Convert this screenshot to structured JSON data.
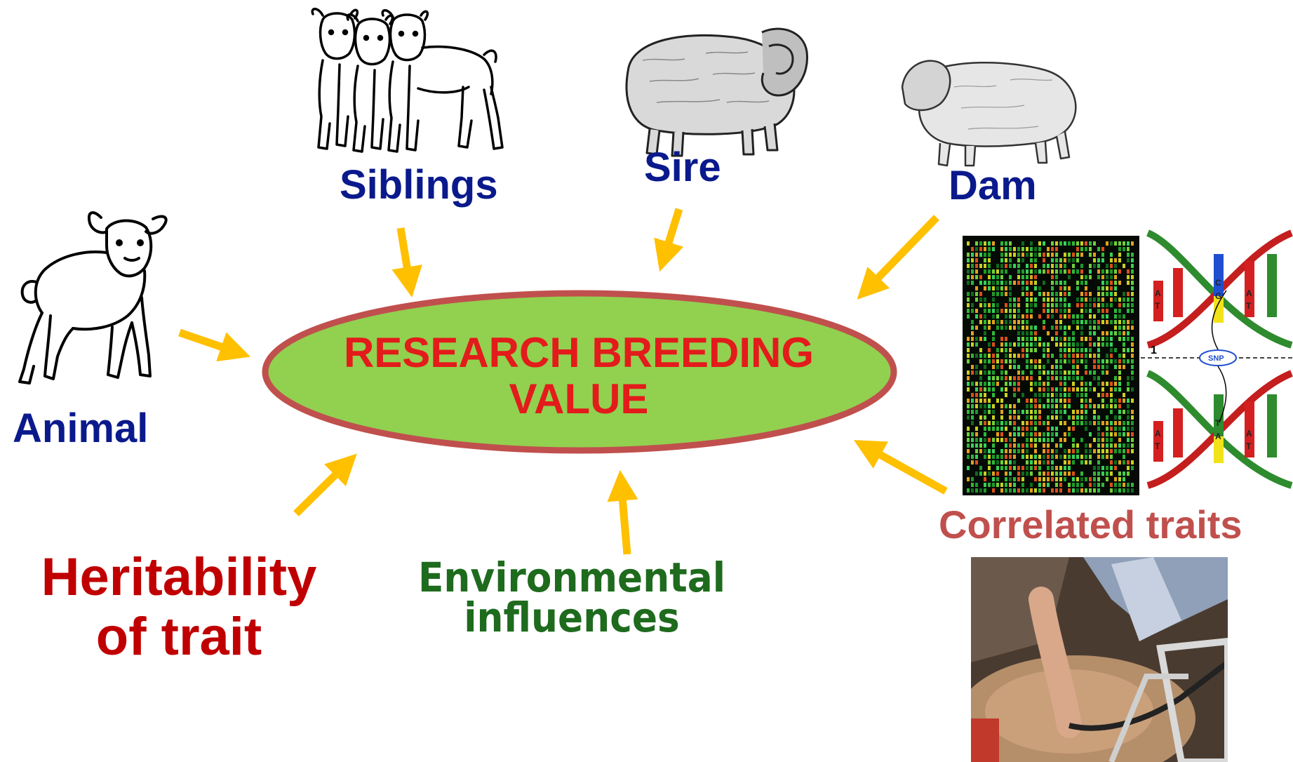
{
  "center": {
    "line1": "RESEARCH BREEDING",
    "line2": "VALUE"
  },
  "labels": {
    "animal": "Animal",
    "siblings": "Siblings",
    "sire": "Sire",
    "dam": "Dam",
    "correlated": "Correlated traits",
    "heritability_line1": "Heritability",
    "heritability_line2": "of trait",
    "environmental_line1": "Environmental",
    "environmental_line2": "influences"
  },
  "dna": {
    "marker": "SNP",
    "index": "1",
    "bases_top": [
      "A",
      "T",
      "C",
      "G",
      "A",
      "T"
    ],
    "bases_bottom": [
      "A",
      "T",
      "T",
      "A",
      "A",
      "T"
    ]
  },
  "colors": {
    "arrow": "#ffc000",
    "ellipse_fill": "#92d050",
    "ellipse_stroke": "#c0504d",
    "center_text": "#e31b1b",
    "node_label": "#0a1a8c",
    "heritability": "#c00000",
    "environmental": "#1e6b1e",
    "correlated": "#c0504d"
  },
  "icons": [
    "lamb-icon",
    "siblings-lambs-icon",
    "ram-icon",
    "ewe-icon",
    "microarray-image",
    "dna-helix-image",
    "sheep-handling-photo"
  ]
}
